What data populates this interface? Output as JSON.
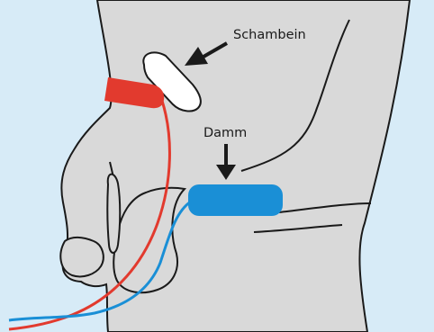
{
  "colors": {
    "background": "#d7ebf7",
    "body_fill": "#d9d9d9",
    "outline": "#1a1a1a",
    "pubic_bone_fill": "#ffffff",
    "red_electrode": "#e23a2e",
    "red_wire": "#e23a2e",
    "blue_electrode": "#1a8fd6",
    "blue_wire": "#1a8fd6"
  },
  "labels": {
    "pubic_bone": "Schambein",
    "perineum": "Damm"
  },
  "icons": {
    "pubic_bone_pointer": "arrow-left-down",
    "perineum_pointer": "arrow-down"
  }
}
